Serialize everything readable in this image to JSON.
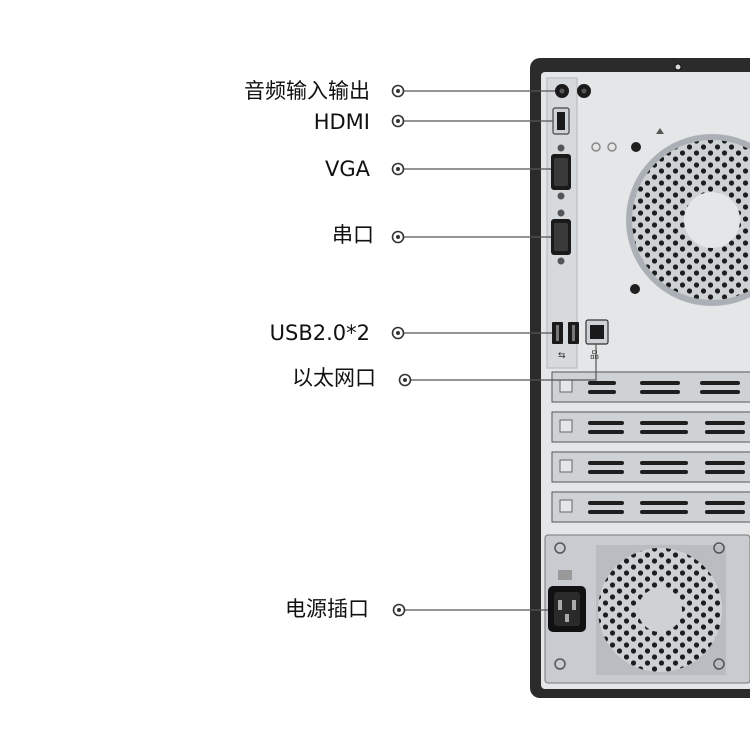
{
  "ports": [
    {
      "id": "audio",
      "label": "音频输入输出"
    },
    {
      "id": "hdmi",
      "label": "HDMI"
    },
    {
      "id": "vga",
      "label": "VGA"
    },
    {
      "id": "serial",
      "label": "串口"
    },
    {
      "id": "usb",
      "label": "USB2.0*2"
    },
    {
      "id": "ethernet",
      "label": "以太网口"
    },
    {
      "id": "power",
      "label": "电源插口"
    }
  ],
  "colors": {
    "label_text": "#111111",
    "leader_line": "#555555",
    "chassis_frame": "#2b2b2b",
    "panel": "#e4e6e8",
    "hole": "#1e1e1e"
  },
  "icons": [
    "usb-icon",
    "network-icon"
  ]
}
